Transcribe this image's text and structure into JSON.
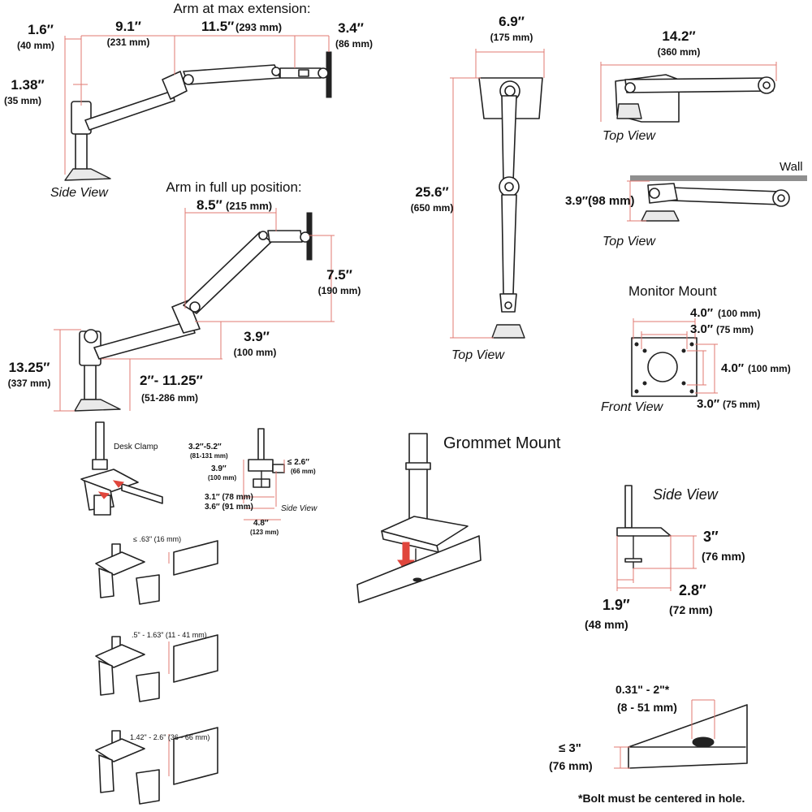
{
  "top_left": {
    "heading": "Arm at max extension:",
    "d1_in": "1.6″",
    "d1_mm": "(40 mm)",
    "d2_in": "9.1″",
    "d2_mm": "(231 mm)",
    "d3_in": "11.5″",
    "d3_mm": "(293 mm)",
    "d4_in": "3.4″",
    "d4_mm": "(86 mm)",
    "d5_in": "1.38″",
    "d5_mm": "(35 mm)",
    "view": "Side View"
  },
  "full_up": {
    "heading": "Arm in full up position:",
    "d1_in": "8.5″",
    "d1_mm": "(215 mm)",
    "d2_in": "7.5″",
    "d2_mm": "(190 mm)",
    "d3_in": "3.9″",
    "d3_mm": "(100 mm)",
    "d4_in": "13.25″",
    "d4_mm": "(337 mm)",
    "d5_in": "2″- 11.25″",
    "d5_mm": "(51-286 mm)"
  },
  "top_view_center": {
    "d1_in": "6.9″",
    "d1_mm": "(175 mm)",
    "d2_in": "25.6″",
    "d2_mm": "(650 mm)",
    "view": "Top View"
  },
  "top_view_right": {
    "d1_in": "14.2″",
    "d1_mm": "(360 mm)",
    "view": "Top View"
  },
  "wall_view": {
    "wall": "Wall",
    "d1": "3.9″(98 mm)",
    "view": "Top View"
  },
  "monitor_mount": {
    "heading": "Monitor Mount",
    "d1_in": "4.0″",
    "d1_mm": "(100 mm)",
    "d2_in": "3.0″",
    "d2_mm": "(75 mm)",
    "d3_in": "4.0″",
    "d3_mm": "(100 mm)",
    "d4_in": "3.0″",
    "d4_mm": "(75 mm)",
    "view": "Front View"
  },
  "desk_clamp": {
    "label": "Desk Clamp",
    "d1": "3.2″-5.2″",
    "d1_mm": "(81-131 mm)",
    "d2": "3.9″",
    "d2_mm": "(100 mm)",
    "d3": "≤ 2.6″",
    "d3_mm": "(66 mm)",
    "d4": "3.1″ (78 mm)",
    "d5": "3.6″ (91 mm)",
    "d6": "4.8″",
    "d6_mm": "(123 mm)",
    "view": "Side View"
  },
  "clamp_steps": {
    "s1": "≤ .63\" (16 mm)",
    "s2": ".5\" - 1.63\" (11 - 41 mm)",
    "s3": "1.42\" - 2.6\" (36 - 66 mm)"
  },
  "grommet": {
    "heading": "Grommet Mount"
  },
  "grommet_side": {
    "view": "Side View",
    "d1_in": "3″",
    "d1_mm": "(76 mm)",
    "d2_in": "2.8″",
    "d2_mm": "(72 mm)",
    "d3_in": "1.9″",
    "d3_mm": "(48 mm)"
  },
  "hole": {
    "d1": "0.31\" - 2\"*",
    "d1_mm": "(8 - 51 mm)",
    "d2": "≤ 3\"",
    "d2_mm": "(76 mm)",
    "note": "*Bolt must be centered in hole."
  },
  "colors": {
    "dimension": "#e07a72",
    "arrow": "#e0463c",
    "outline": "#222222",
    "wall": "#8f8f8f"
  }
}
